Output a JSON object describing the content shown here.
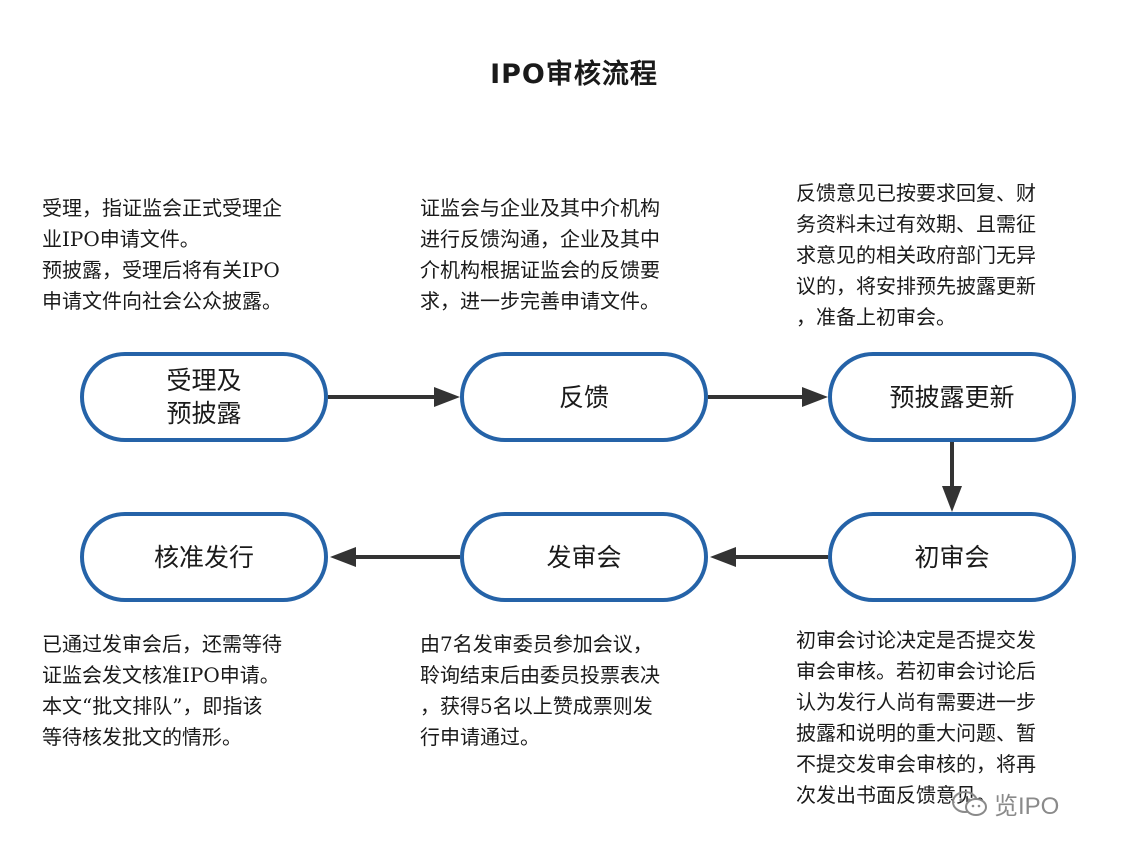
{
  "title": "IPO审核流程",
  "nodes": [
    {
      "id": "acceptance",
      "label": "受理及\n预披露"
    },
    {
      "id": "feedback",
      "label": "反馈"
    },
    {
      "id": "predisclosure-update",
      "label": "预披露更新"
    },
    {
      "id": "preliminary-review",
      "label": "初审会"
    },
    {
      "id": "issuance-committee",
      "label": "发审会"
    },
    {
      "id": "approval-issuance",
      "label": "核准发行"
    }
  ],
  "descriptions": {
    "acceptance": "受理，指证监会正式受理企\n业IPO申请文件。\n预披露，受理后将有关IPO\n申请文件向社会公众披露。",
    "feedback": "证监会与企业及其中介机构\n进行反馈沟通，企业及其中\n介机构根据证监会的反馈要\n求，进一步完善申请文件。",
    "predisclosure_update": "反馈意见已按要求回复、财\n务资料未过有效期、且需征\n求意见的相关政府部门无异\n议的，将安排预先披露更新\n，准备上初审会。",
    "approval_issuance": "已通过发审会后，还需等待\n证监会发文核准IPO申请。\n本文“批文排队”，即指该\n等待核发批文的情形。",
    "issuance_committee": "由7名发审委员参加会议，\n聆询结束后由委员投票表决\n，获得5名以上赞成票则发\n行申请通过。",
    "preliminary_review": "初审会讨论决定是否提交发\n审会审核。若初审会讨论后\n认为发行人尚有需要进一步\n披露和说明的重大问题、暂\n不提交发审会审核的，将再\n次发出书面反馈意见。"
  },
  "watermark": {
    "text": "览IPO",
    "icon": "wechat-icon"
  },
  "colors": {
    "node_border": "#2563a8",
    "arrow": "#333333",
    "text": "#1a1a1a",
    "watermark": "#8a8a8a"
  }
}
